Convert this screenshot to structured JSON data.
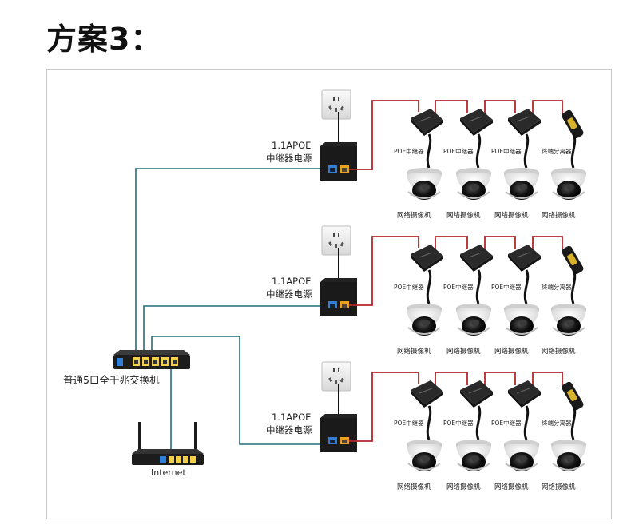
{
  "title": "方案3：",
  "switch_label": "普通5口全千兆交换机",
  "router_label": "Internet",
  "groups": [
    {
      "psu_label_1": "1.1APOE",
      "psu_label_2": "中继器电源",
      "repeaters": [
        "POE中继器",
        "POE中继器",
        "POE中继器",
        "终端分离器"
      ],
      "cameras": [
        "网络摄像机",
        "网络摄像机",
        "网络摄像机",
        "网络摄像机"
      ]
    },
    {
      "psu_label_1": "1.1APOE",
      "psu_label_2": "中继器电源",
      "repeaters": [
        "POE中继器",
        "POE中继器",
        "POE中继器",
        "终端分离器"
      ],
      "cameras": [
        "网络摄像机",
        "网络摄像机",
        "网络摄像机",
        "网络摄像机"
      ]
    },
    {
      "psu_label_1": "1.1APOE",
      "psu_label_2": "中继器电源",
      "repeaters": [
        "POE中继器",
        "POE中继器",
        "POE中继器",
        "终端分离器"
      ],
      "cameras": [
        "网络摄像机",
        "网络摄像机",
        "网络摄像机",
        "网络摄像机"
      ]
    }
  ],
  "colors": {
    "network_cable": "#1f6f7a",
    "power_cable": "#b3262b",
    "device_body": "#1c1c1c",
    "port_orange": "#e8a21c",
    "port_blue": "#2f7fd6"
  }
}
